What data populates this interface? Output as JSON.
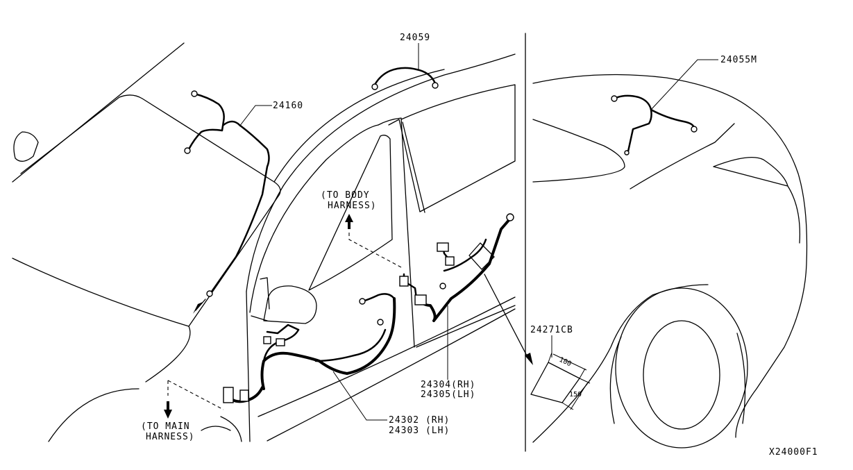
{
  "diagram_id": "X24000F1",
  "parts": {
    "roof_harness": "24059",
    "windshield_harness": "24160",
    "rear_harness": "24055M",
    "clip_part": "24271CB",
    "rear_door_rh": "24304(RH)",
    "rear_door_lh": "24305(LH)",
    "front_door_rh": "24302 (RH)",
    "front_door_lh": "24303 (LH)"
  },
  "notes": {
    "to_body_line1": "(TO BODY",
    "to_body_line2": "HARNESS)",
    "to_main_line1": "(TO MAIN",
    "to_main_line2": "HARNESS)"
  },
  "dimensions": {
    "width": "100",
    "height": "150"
  }
}
